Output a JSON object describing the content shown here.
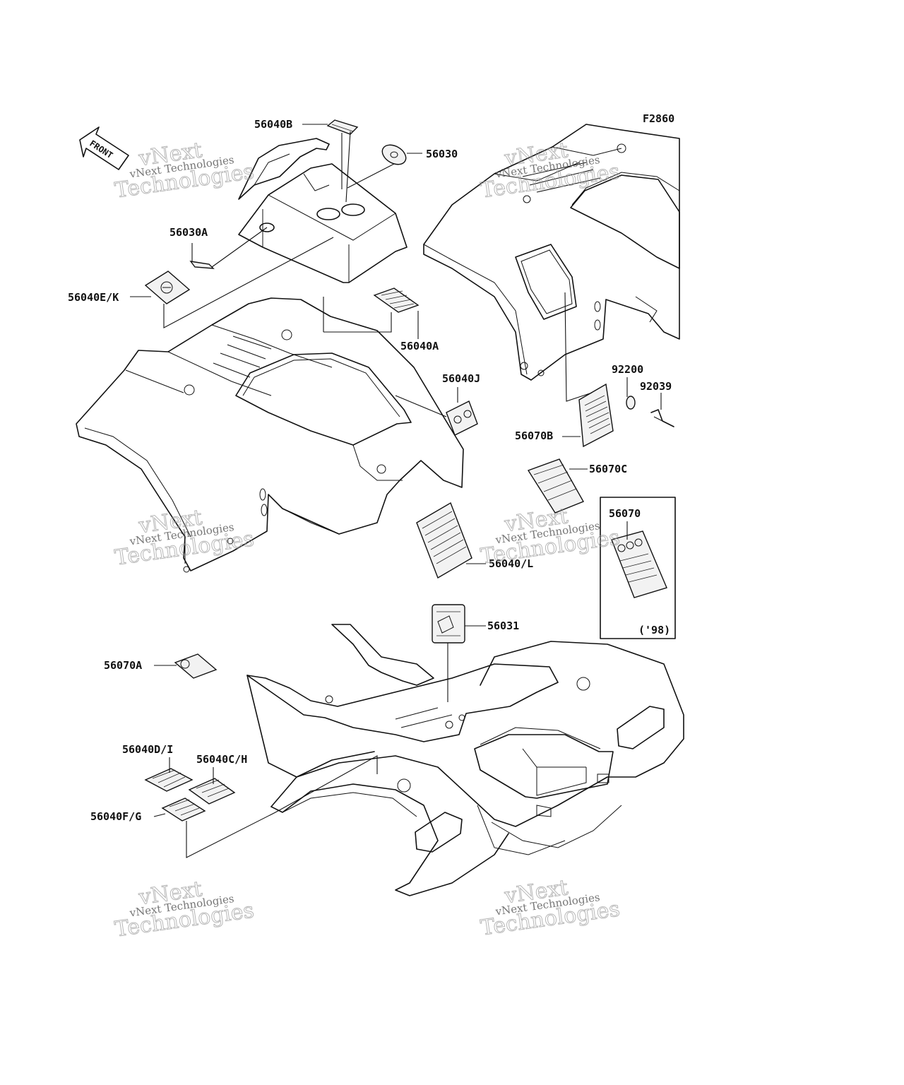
{
  "figure_code": "F2860",
  "front_arrow_label": "FRONT",
  "watermark": {
    "line1": "vNext Technologies",
    "line2": "vNext",
    "line3": "Technologies"
  },
  "labels": {
    "p56040B": "56040B",
    "p56030": "56030",
    "p56030A": "56030A",
    "p56040EK": "56040E/K",
    "p56040A": "56040A",
    "p56040J": "56040J",
    "p92200": "92200",
    "p92039": "92039",
    "p56070B": "56070B",
    "p56070C": "56070C",
    "p56070": "56070",
    "p56070_year": "('98)",
    "p56040L": "56040/L",
    "p56031": "56031",
    "p56070A": "56070A",
    "p56040DI": "56040D/I",
    "p56040CH": "56040C/H",
    "p56040FG": "56040F/G"
  }
}
